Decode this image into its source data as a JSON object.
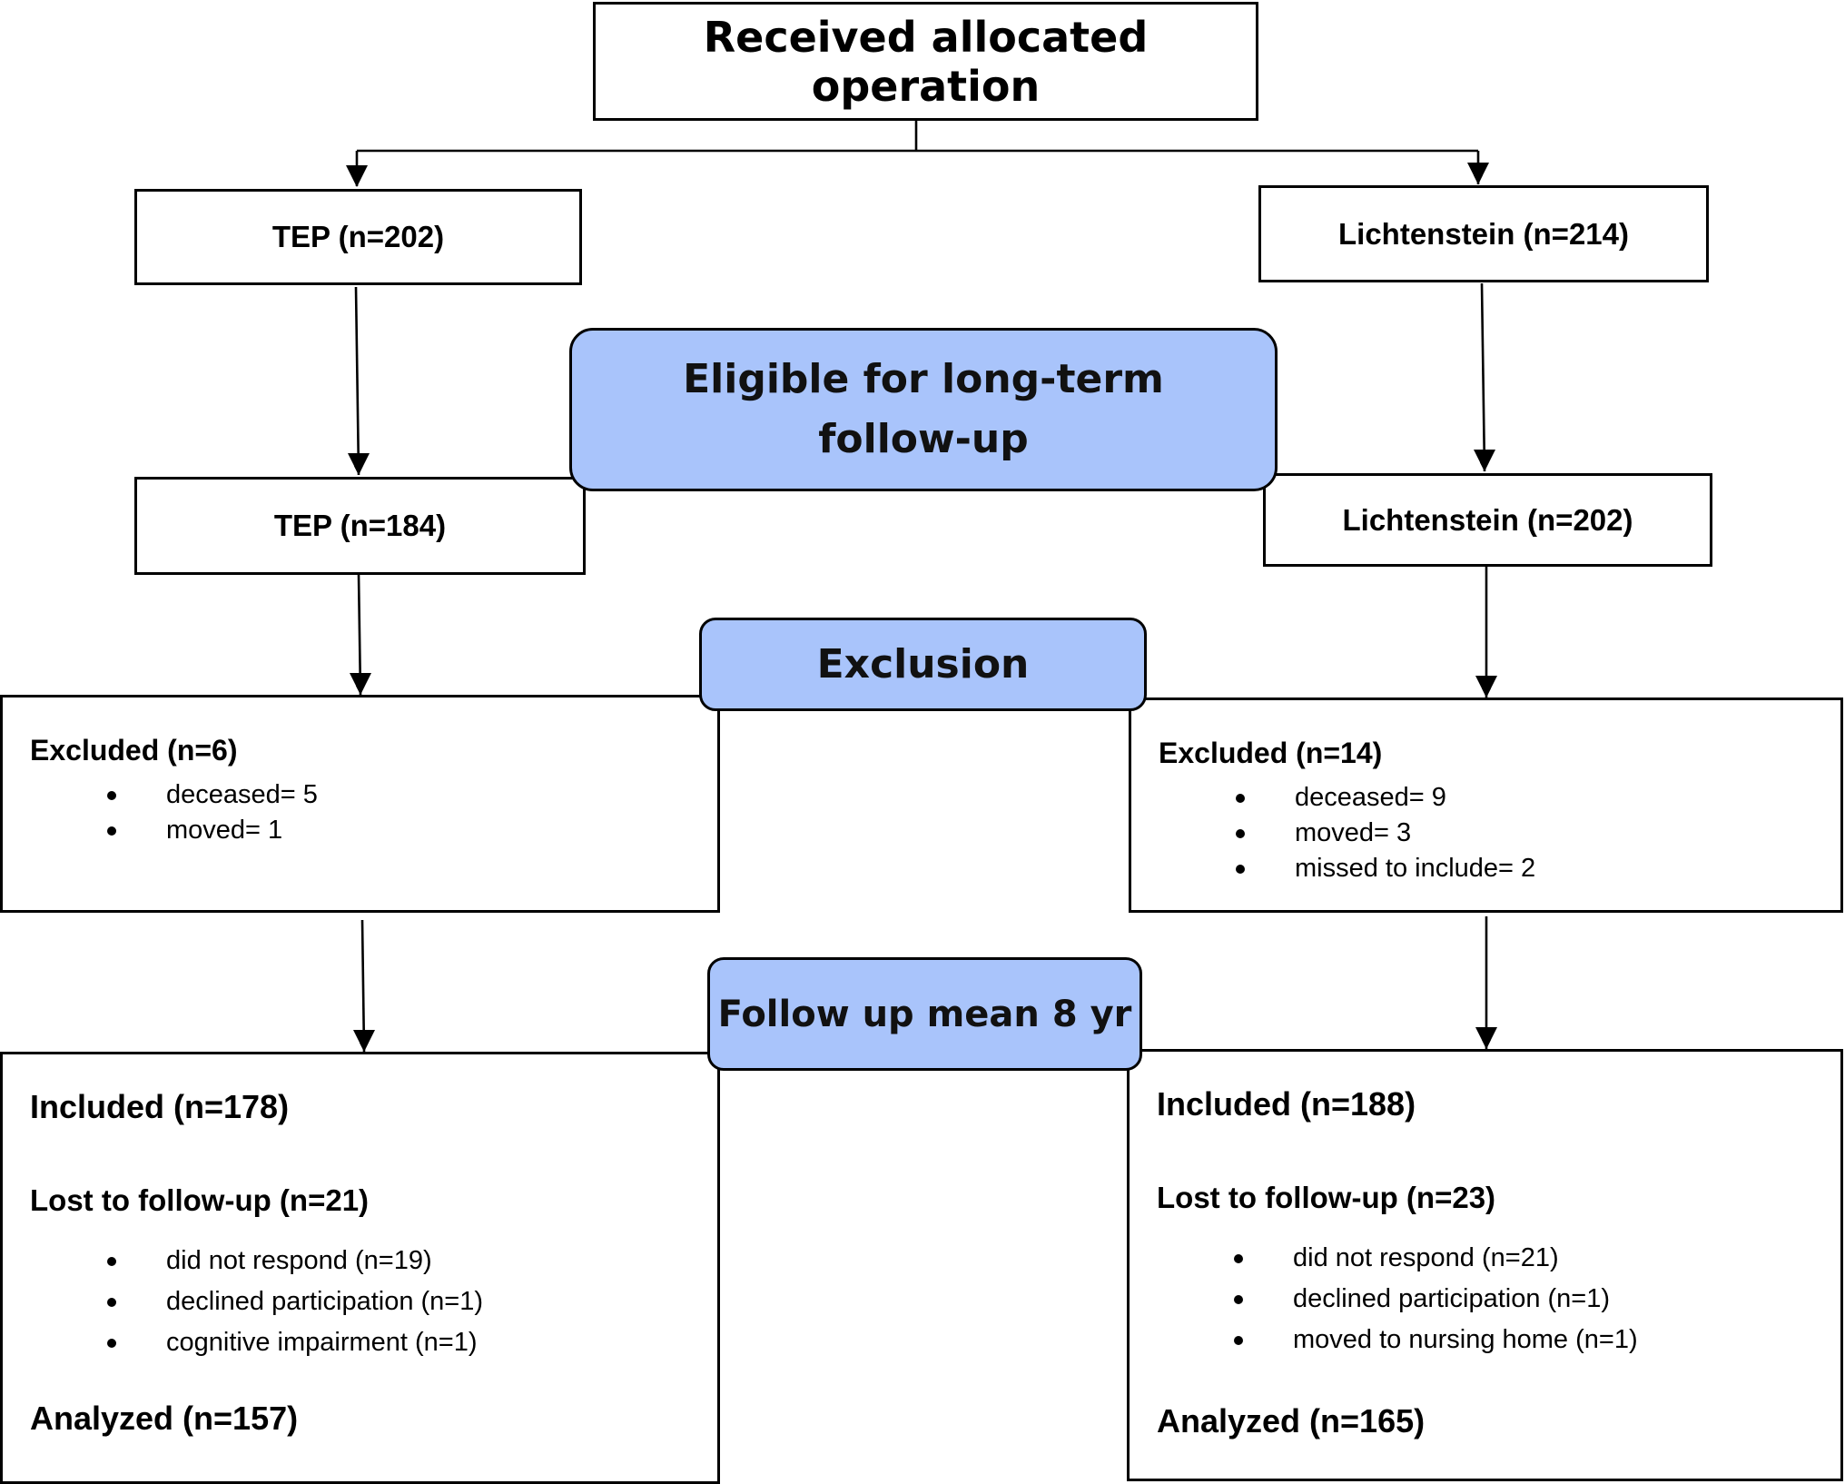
{
  "flowchart": {
    "top": {
      "label": "Received allocated operation"
    },
    "tep_allocated": {
      "label": "TEP (n=202)"
    },
    "lich_allocated": {
      "label": "Lichtenstein (n=214)"
    },
    "stage_eligible": {
      "label": "Eligible for long-term follow-up"
    },
    "tep_eligible": {
      "label": "TEP (n=184)"
    },
    "lich_eligible": {
      "label": "Lichtenstein (n=202)"
    },
    "stage_exclusion": {
      "label": "Exclusion"
    },
    "tep_excluded": {
      "title": "Excluded (n=6)",
      "items": [
        "deceased= 5",
        "moved= 1"
      ]
    },
    "lich_excluded": {
      "title": "Excluded (n=14)",
      "items": [
        "deceased= 9",
        "moved= 3",
        "missed to include= 2"
      ]
    },
    "stage_followup": {
      "label": "Follow up mean 8 yr"
    },
    "tep_followup": {
      "included": "Included (n=178)",
      "lost": "Lost to follow-up (n=21)",
      "items": [
        "did not respond (n=19)",
        "declined participation (n=1)",
        "cognitive impairment (n=1)"
      ],
      "analyzed": "Analyzed (n=157)"
    },
    "lich_followup": {
      "included": "Included (n=188)",
      "lost": "Lost to follow-up (n=23)",
      "items": [
        "did not respond (n=21)",
        "declined participation (n=1)",
        "moved to nursing home (n=1)"
      ],
      "analyzed": "Analyzed (n=165)"
    }
  },
  "colors": {
    "stage_fill": "#a9c4fb",
    "line": "#000000"
  }
}
